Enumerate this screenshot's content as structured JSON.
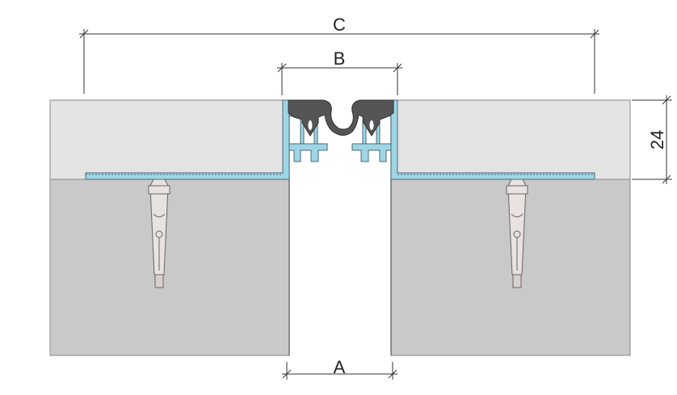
{
  "dimensions": {
    "overall_width_label": "C",
    "profile_width_label": "B",
    "gap_width_label": "A",
    "height_label": "24"
  },
  "colors": {
    "screed": "#e4e4e4",
    "concrete": "#c9c9c9",
    "aluminium_profile": "#9fd6e6",
    "rubber_insert": "#555555",
    "anchor": "#e8e2e0"
  }
}
